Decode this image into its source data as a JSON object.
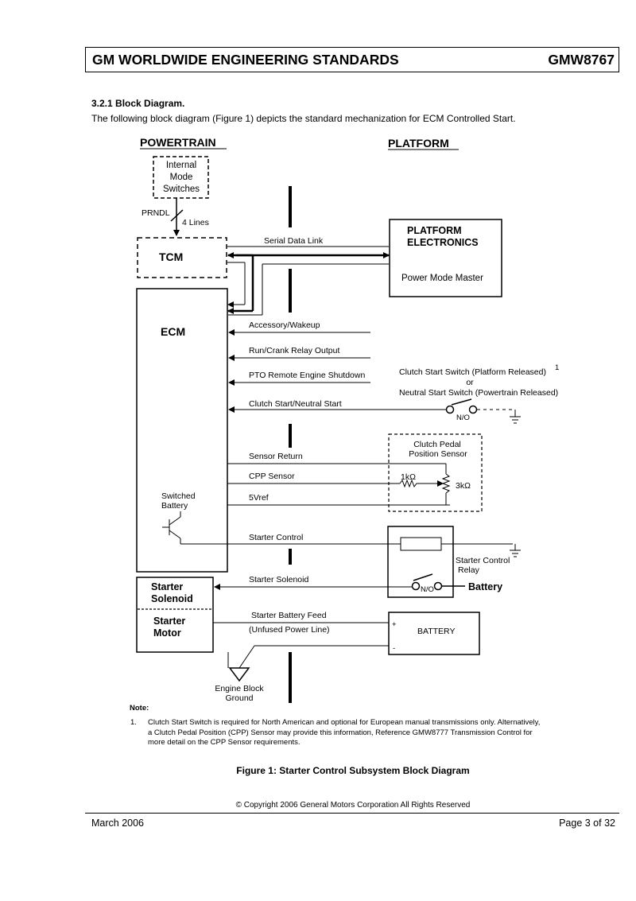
{
  "header": {
    "title": "GM WORLDWIDE ENGINEERING STANDARDS",
    "doc_number": "GMW8767"
  },
  "section": {
    "heading": "3.2.1 Block Diagram.",
    "intro": "The following block diagram (Figure 1) depicts the standard mechanization for ECM Controlled Start."
  },
  "diagram": {
    "powertrain_heading": "POWERTRAIN",
    "platform_heading": "PLATFORM",
    "internal_mode": [
      "Internal",
      "Mode",
      "Switches"
    ],
    "prndl": "PRNDL",
    "four_lines": "4 Lines",
    "tcm": "TCM",
    "ecm": "ECM",
    "platform_electronics": [
      "PLATFORM",
      "ELECTRONICS"
    ],
    "power_mode_master": "Power Mode Master",
    "serial_data_link": "Serial Data Link",
    "signals": {
      "accessory": "Accessory/Wakeup",
      "run_crank": "Run/Crank Relay Output",
      "pto": "PTO Remote Engine Shutdown",
      "clutch_neutral": "Clutch Start/Neutral Start",
      "sensor_return": "Sensor Return",
      "cpp_sensor": "CPP Sensor",
      "vref": "5Vref",
      "starter_control": "Starter Control",
      "starter_solenoid": "Starter Solenoid",
      "battery_feed": "Starter Battery Feed",
      "unfused": "(Unfused Power Line)"
    },
    "clutch_switch": {
      "line1": "Clutch Start Switch (Platform Released)",
      "sup": "1",
      "line2": "or",
      "line3": "Neutral Start Switch (Powertrain Released)",
      "no": "N/O"
    },
    "cpp": {
      "title": [
        "Clutch Pedal",
        "Position Sensor"
      ],
      "r1": "1kΩ",
      "r2": "3kΩ"
    },
    "switched_battery": [
      "Switched",
      "Battery"
    ],
    "relay": {
      "label": [
        "Starter Control",
        "Relay"
      ],
      "no": "N/O",
      "battery": "Battery"
    },
    "starter_solenoid": [
      "Starter",
      "Solenoid"
    ],
    "starter_motor": [
      "Starter",
      "Motor"
    ],
    "battery_box": {
      "label": "BATTERY",
      "plus": "+",
      "minus": "-"
    },
    "engine_ground": [
      "Engine Block",
      "Ground"
    ]
  },
  "note": {
    "label": "Note:",
    "number": "1.",
    "text": "Clutch Start Switch is required for North American and optional for European manual transmissions only.  Alternatively, a Clutch Pedal Position (CPP) Sensor may provide this information, Reference GMW8777 Transmission Control for more detail on the CPP Sensor requirements."
  },
  "figure_caption": "Figure 1: Starter Control Subsystem Block Diagram",
  "copyright": "© Copyright 2006 General Motors Corporation All Rights Reserved",
  "footer": {
    "date": "March 2006",
    "page": "Page 3 of 32"
  }
}
